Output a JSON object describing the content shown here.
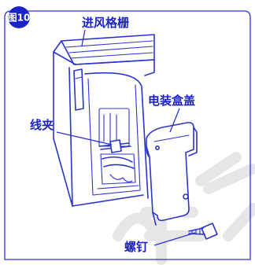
{
  "figure": {
    "badge": "图10",
    "labels": {
      "grille": "进风格栅",
      "cover": "电装盒盖",
      "clamp": "线夹",
      "screw": "螺钉"
    }
  },
  "colors": {
    "ink": "#2b34cc",
    "label": "#1a22c8",
    "badge": "#1a22c8",
    "watermark": "#e6e6e6"
  }
}
